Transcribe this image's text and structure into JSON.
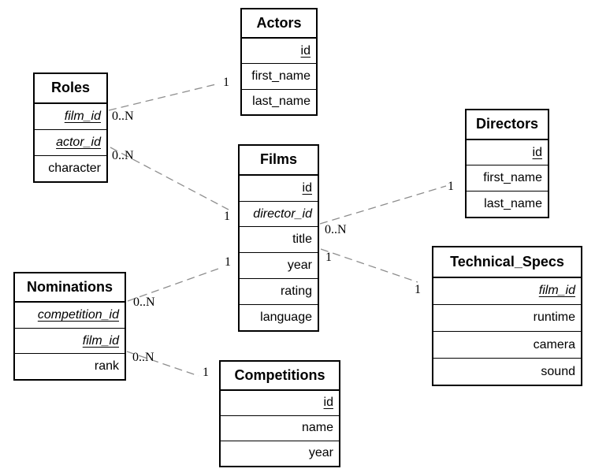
{
  "tables": [
    {
      "name": "Actors",
      "columns": [
        {
          "label": "id",
          "key": "pk"
        },
        {
          "label": "first_name",
          "key": "none"
        },
        {
          "label": "last_name",
          "key": "none"
        }
      ]
    },
    {
      "name": "Roles",
      "columns": [
        {
          "label": "film_id",
          "key": "pk_fk"
        },
        {
          "label": "actor_id",
          "key": "pk_fk"
        },
        {
          "label": "character",
          "key": "none"
        }
      ]
    },
    {
      "name": "Films",
      "columns": [
        {
          "label": "id",
          "key": "pk"
        },
        {
          "label": "director_id",
          "key": "fk"
        },
        {
          "label": "title",
          "key": "none"
        },
        {
          "label": "year",
          "key": "none"
        },
        {
          "label": "rating",
          "key": "none"
        },
        {
          "label": "language",
          "key": "none"
        }
      ]
    },
    {
      "name": "Directors",
      "columns": [
        {
          "label": "id",
          "key": "pk"
        },
        {
          "label": "first_name",
          "key": "none"
        },
        {
          "label": "last_name",
          "key": "none"
        }
      ]
    },
    {
      "name": "Technical_Specs",
      "columns": [
        {
          "label": "film_id",
          "key": "pk_fk"
        },
        {
          "label": "runtime",
          "key": "none"
        },
        {
          "label": "camera",
          "key": "none"
        },
        {
          "label": "sound",
          "key": "none"
        }
      ]
    },
    {
      "name": "Nominations",
      "columns": [
        {
          "label": "competition_id",
          "key": "pk_fk"
        },
        {
          "label": "film_id",
          "key": "pk_fk"
        },
        {
          "label": "rank",
          "key": "none"
        }
      ]
    },
    {
      "name": "Competitions",
      "columns": [
        {
          "label": "id",
          "key": "pk"
        },
        {
          "label": "name",
          "key": "none"
        },
        {
          "label": "year",
          "key": "none"
        }
      ]
    }
  ],
  "relationships": [
    {
      "a": "Roles",
      "b": "Actors",
      "a_card": "0..N",
      "b_card": "1"
    },
    {
      "a": "Roles",
      "b": "Films",
      "a_card": "0..N",
      "b_card": "1"
    },
    {
      "a": "Nominations",
      "b": "Films",
      "a_card": "0..N",
      "b_card": "1"
    },
    {
      "a": "Nominations",
      "b": "Competitions",
      "a_card": "0..N",
      "b_card": "1"
    },
    {
      "a": "Films",
      "b": "Directors",
      "a_card": "0..N",
      "b_card": "1"
    },
    {
      "a": "Films",
      "b": "Technical_Specs",
      "a_card": "1",
      "b_card": "1"
    }
  ],
  "colors": {
    "edge": "#8e8e8e",
    "border": "#000000",
    "background": "#ffffff",
    "text": "#000000"
  }
}
